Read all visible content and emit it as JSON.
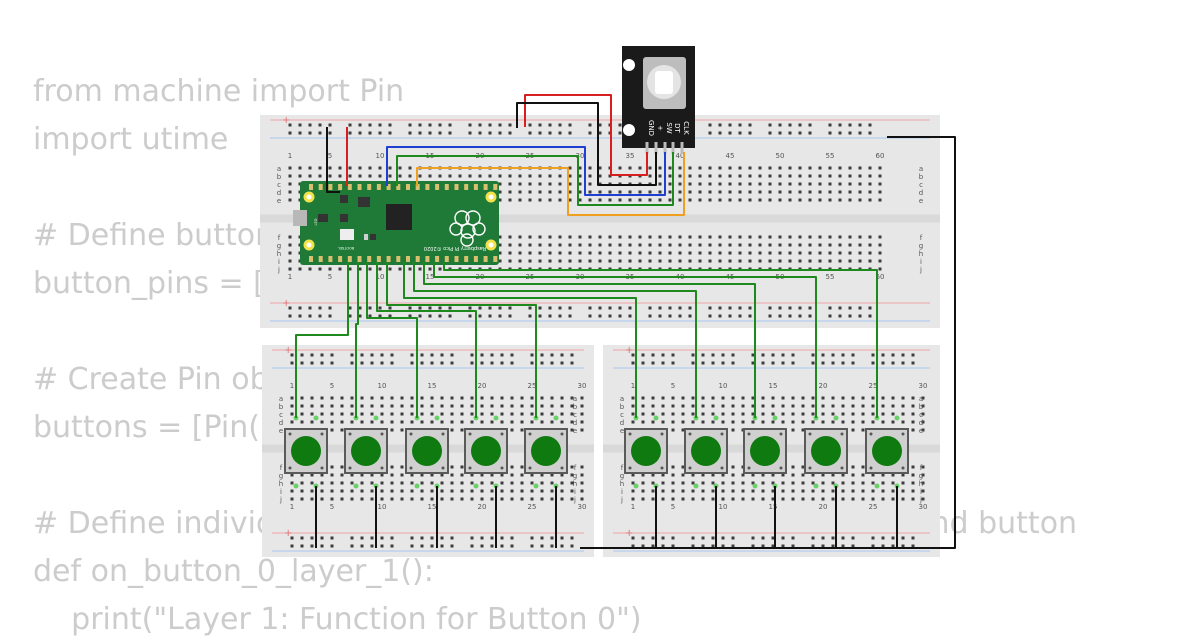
{
  "code_lines": [
    "from machine import Pin",
    "import utime",
    "",
    "# Define button GPIO pins",
    "button_pins = [",
    "",
    "# Create Pin objects",
    "buttons = [Pin(p                                                          s]",
    "",
    "# Define individual                                                      ayer and button",
    "def on_button_0_layer_1():",
    "    print(\"Layer 1: Function for Button 0\")"
  ],
  "breadboard_top": {
    "col_numbers": [
      "1",
      "5",
      "10",
      "15",
      "20",
      "25",
      "30",
      "35",
      "40",
      "45",
      "50",
      "55",
      "60"
    ],
    "row_letters_top": [
      "a",
      "b",
      "c",
      "d",
      "e"
    ],
    "row_letters_bottom": [
      "f",
      "g",
      "h",
      "i",
      "j"
    ]
  },
  "breadboard_bottom": {
    "col_numbers": [
      "1",
      "5",
      "10",
      "15",
      "20",
      "25",
      "30"
    ],
    "row_letters_top": [
      "a",
      "b",
      "c",
      "d",
      "e"
    ],
    "row_letters_bottom": [
      "f",
      "g",
      "h",
      "i",
      "j"
    ]
  },
  "pico": {
    "label": "Raspberry Pi Pico ©2020",
    "bootsel": "BOOTSEL",
    "led": "LED"
  },
  "encoder": {
    "pins": [
      "GND",
      "+",
      "SW",
      "DT",
      "CLK"
    ]
  },
  "button_count": 10,
  "colors": {
    "code_text": "#cccccc",
    "breadboard": "#e7e7e7",
    "pico_board": "#1e7a36",
    "button_cap": "#0f7a10",
    "wire_green": "#1e8a1e",
    "wire_red": "#d81f1f",
    "wire_black": "#111111",
    "wire_blue": "#1f3fd0",
    "wire_orange": "#f0a020",
    "rail_red": "#f1a6a6",
    "rail_blue": "#a8c8f0"
  }
}
